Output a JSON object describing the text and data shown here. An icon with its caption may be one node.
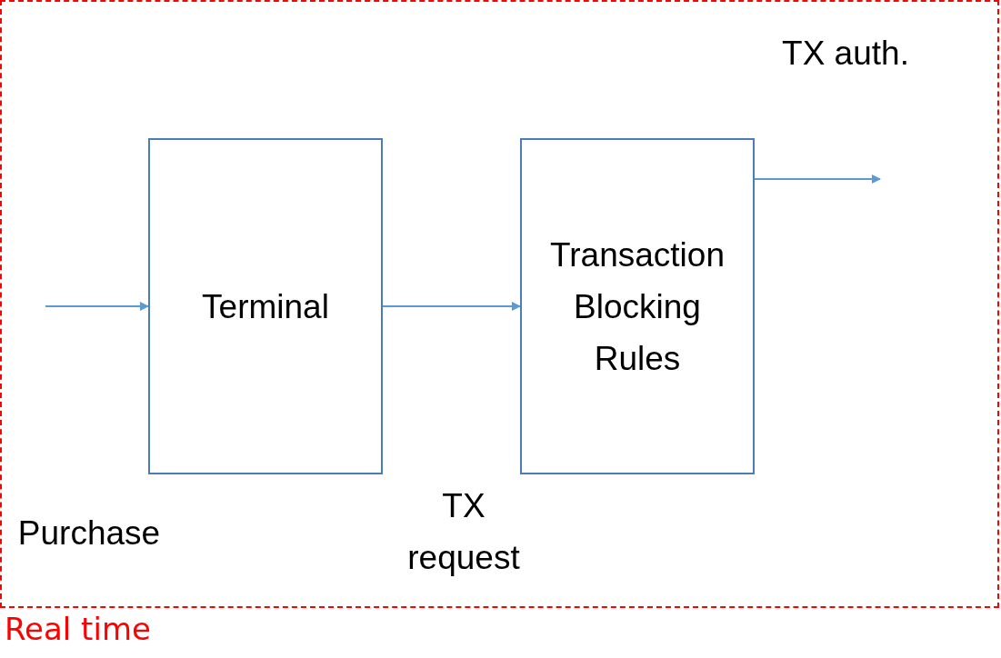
{
  "diagram": {
    "nodes": [
      {
        "text": [
          "Real time"
        ]
      },
      {
        "text": [
          "Terminal"
        ],
        "in": 0
      },
      {
        "text": [
          "Transaction Blocking Rules"
        ],
        "in": 0
      }
    ],
    "edges": [
      {
        "from": null,
        "to": 1,
        "arrow": "to"
      },
      {
        "from": 1,
        "to": 2,
        "arrow": "to"
      },
      {
        "from": 2,
        "to": null,
        "arrow": "to"
      }
    ],
    "labels": [
      "TX auth.",
      "Purchase",
      "TX request"
    ]
  }
}
